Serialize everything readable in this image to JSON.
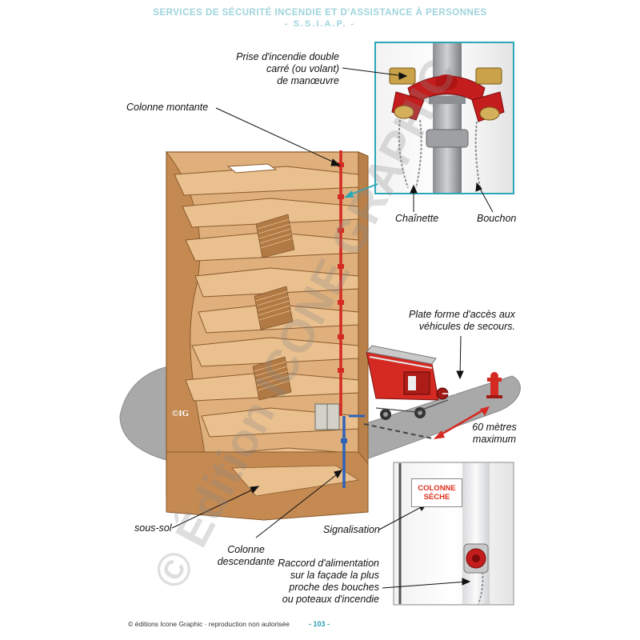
{
  "header": {
    "title": "SERVICES DE SÉCURITÉ INCENDIE ET D'ASSISTANCE À PERSONNES",
    "subtitle": "- S.S.I.A.P. -"
  },
  "labels": {
    "prise_line1": "Prise d'incendie double",
    "prise_line2": "carré (ou volant)",
    "prise_line3": "de manœuvre",
    "colonne_montante": "Colonne montante",
    "chainette": "Chaînette",
    "bouchon": "Bouchon",
    "plate_line1": "Plate forme d'accès aux",
    "plate_line2": "véhicules de secours.",
    "metres_line1": "60 mètres",
    "metres_line2": "maximum",
    "sous_sol": "sous-sol",
    "signalisation": "Signalisation",
    "colonne_desc_line1": "Colonne",
    "colonne_desc_line2": "descendante",
    "raccord_line1": "Raccord d'alimentation",
    "raccord_line2": "sur la façade la plus",
    "raccord_line3": "proche des bouches",
    "raccord_line4": "ou poteaux d'incendie"
  },
  "sign": {
    "line1": "COLONNE",
    "line2": "SÈCHE"
  },
  "logo_text": "©IG",
  "watermark": "© Édition ICONE GRAPHIC",
  "footer": {
    "copyright": "© éditions Icone Graphic · reproduction non autorisée",
    "page": "- 103 -"
  },
  "colors": {
    "header": "#9fd4dc",
    "wood": "#d6a26c",
    "red": "#d42a22",
    "blue": "#2f63b8",
    "teal": "#2aa8b8",
    "ground": "#a8a8a8"
  }
}
